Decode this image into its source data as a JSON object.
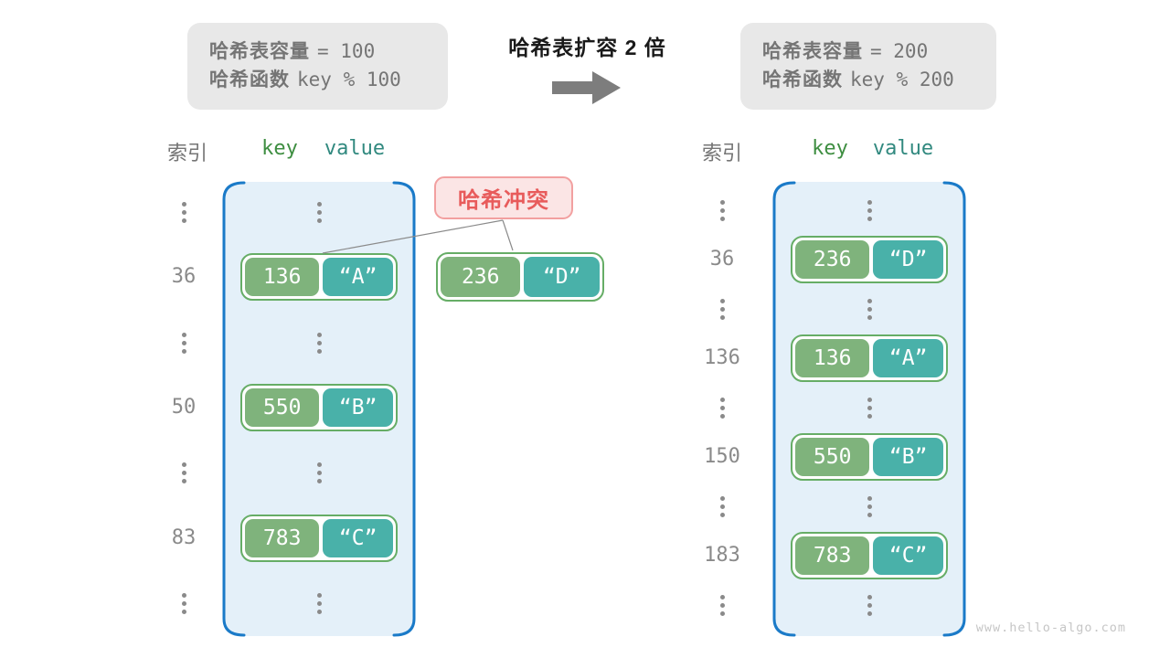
{
  "center": {
    "title": "哈希表扩容 2 倍",
    "arrow_icon": "right-block-arrow"
  },
  "left_panel": {
    "info": {
      "line1_label": "哈希表容量",
      "line1_value": "= 100",
      "line2_label": "哈希函数",
      "line2_value": "key % 100"
    },
    "headers": {
      "index": "索引",
      "key": "key",
      "value": "value"
    },
    "rows": [
      {
        "type": "dots"
      },
      {
        "type": "pair",
        "index": "36",
        "key": "136",
        "value": "“A”"
      },
      {
        "type": "dots"
      },
      {
        "type": "pair",
        "index": "50",
        "key": "550",
        "value": "“B”"
      },
      {
        "type": "dots"
      },
      {
        "type": "pair",
        "index": "83",
        "key": "783",
        "value": "“C”"
      },
      {
        "type": "dots"
      }
    ],
    "collision": {
      "label": "哈希冲突",
      "pair": {
        "key": "236",
        "value": "“D”"
      }
    }
  },
  "right_panel": {
    "info": {
      "line1_label": "哈希表容量",
      "line1_value": "= 200",
      "line2_label": "哈希函数",
      "line2_value": "key % 200"
    },
    "headers": {
      "index": "索引",
      "key": "key",
      "value": "value"
    },
    "rows": [
      {
        "type": "dots"
      },
      {
        "type": "pair",
        "index": "36",
        "key": "236",
        "value": "“D”"
      },
      {
        "type": "dots"
      },
      {
        "type": "pair",
        "index": "136",
        "key": "136",
        "value": "“A”"
      },
      {
        "type": "dots"
      },
      {
        "type": "pair",
        "index": "150",
        "key": "550",
        "value": "“B”"
      },
      {
        "type": "dots"
      },
      {
        "type": "pair",
        "index": "183",
        "key": "783",
        "value": "“C”"
      },
      {
        "type": "dots"
      }
    ]
  },
  "watermark": "www.hello-algo.com",
  "colors": {
    "green_key": "#7fb37c",
    "teal_value": "#49b1a9",
    "pair_border": "#66ad66",
    "array_fill": "#e4f0f9",
    "bracket_blue": "#1a7ac8",
    "collision_red": "#e85b5b",
    "collision_bg": "#fbe5e5",
    "collision_border": "#f2a0a0",
    "gray_text": "#757575",
    "index_gray": "#8a8a8a",
    "header_key_green": "#3e8e41",
    "header_value_teal": "#31897f",
    "info_bg": "#e8e8e8",
    "arrow_gray": "#7d7d7d",
    "connector": "#8a8a8a",
    "title": "#1a1a1a",
    "watermark": "#c6c6c6"
  }
}
